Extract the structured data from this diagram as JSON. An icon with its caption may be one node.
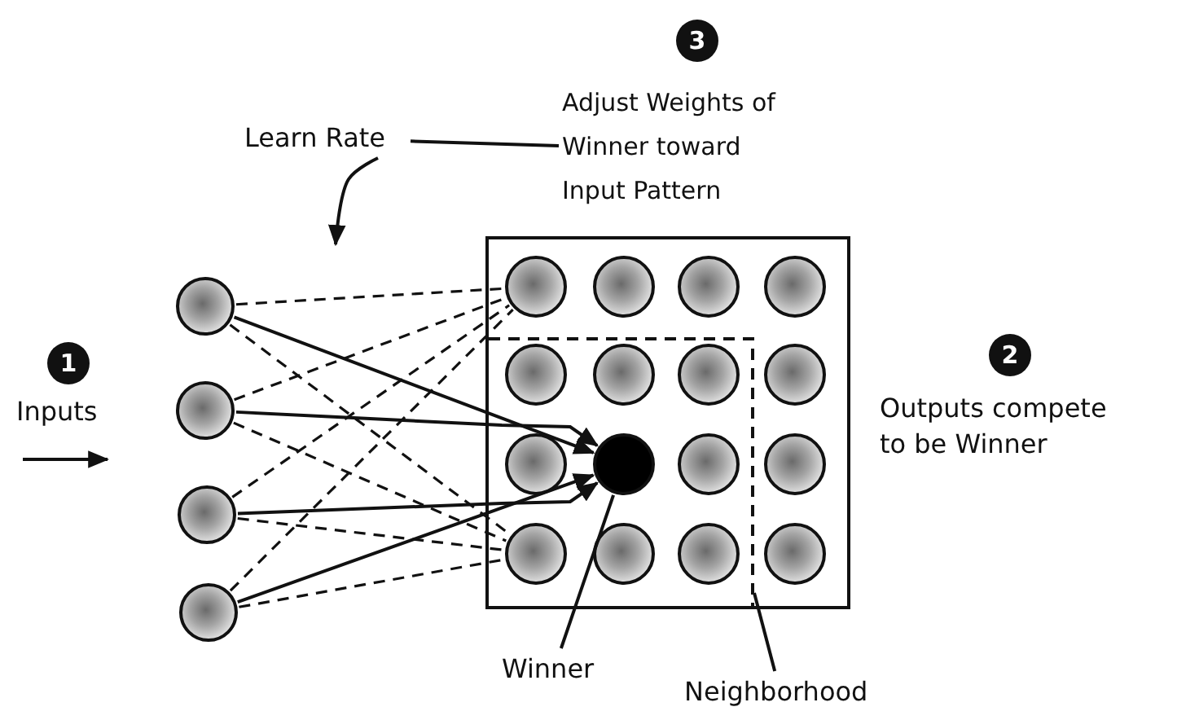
{
  "diagram": {
    "nodes": [
      {
        "text": [
          "1"
        ],
        "beside": [
          "Inputs"
        ]
      },
      {
        "text": [
          "3"
        ]
      },
      {
        "text": [
          "Learn Rate"
        ]
      },
      {
        "text": [
          "Adjust Weights of Winner toward Input Pattern"
        ]
      },
      {
        "text": [
          "2"
        ],
        "beside": [
          "Outputs compete to be Winner"
        ]
      },
      {
        "text": [],
        "shape": "circle"
      },
      {
        "text": [],
        "shape": "circle"
      },
      {
        "text": [],
        "shape": "circle"
      },
      {
        "text": [],
        "shape": "circle"
      },
      {
        "text": [],
        "shape": "box"
      },
      {
        "text": [],
        "shape": "circle",
        "in": 9
      },
      {
        "text": [],
        "shape": "circle",
        "in": 9
      },
      {
        "text": [],
        "shape": "circle",
        "in": 9
      },
      {
        "text": [],
        "shape": "circle",
        "in": 9
      },
      {
        "text": [],
        "shape": "box",
        "in": 9
      },
      {
        "text": [],
        "shape": "circle",
        "in": 14
      },
      {
        "text": [],
        "shape": "circle",
        "in": 14
      },
      {
        "text": [],
        "shape": "circle",
        "in": 14
      },
      {
        "text": [],
        "shape": "circle",
        "in": 9
      },
      {
        "text": [],
        "shape": "circle",
        "in": 14
      },
      {
        "text": [],
        "shape": "dot",
        "in": 14
      },
      {
        "text": [],
        "shape": "circle",
        "in": 14
      },
      {
        "text": [],
        "shape": "circle",
        "in": 9
      },
      {
        "text": [],
        "shape": "circle",
        "in": 14
      },
      {
        "text": [],
        "shape": "circle",
        "in": 14
      },
      {
        "text": [],
        "shape": "circle",
        "in": 14
      },
      {
        "text": [],
        "shape": "circle",
        "in": 9
      },
      {
        "text": [
          "Winner"
        ]
      },
      {
        "text": [
          "Neighborhood"
        ]
      }
    ],
    "edges": [
      {
        "from": 5,
        "to": 10,
        "arrow": "none",
        "style": "dashed"
      },
      {
        "from": 5,
        "to": 23,
        "arrow": "none",
        "style": "dashed"
      },
      {
        "from": 6,
        "to": 10,
        "arrow": "none",
        "style": "dashed"
      },
      {
        "from": 6,
        "to": 23,
        "arrow": "none",
        "style": "dashed"
      },
      {
        "from": 7,
        "to": 10,
        "arrow": "none",
        "style": "dashed"
      },
      {
        "from": 7,
        "to": 23,
        "arrow": "none",
        "style": "dashed"
      },
      {
        "from": 8,
        "to": 10,
        "arrow": "none",
        "style": "dashed"
      },
      {
        "from": 8,
        "to": 23,
        "arrow": "none",
        "style": "dashed"
      },
      {
        "from": 5,
        "to": 20,
        "arrow": "to"
      },
      {
        "from": 6,
        "to": 20,
        "arrow": "to"
      },
      {
        "from": 7,
        "to": 20,
        "arrow": "to"
      },
      {
        "from": 8,
        "to": 20,
        "arrow": "to"
      },
      {
        "from": 2,
        "to": null,
        "arrow": "to"
      },
      {
        "from": 2,
        "to": 3,
        "arrow": "none"
      },
      {
        "from": 27,
        "to": 20,
        "arrow": "none"
      },
      {
        "from": 28,
        "to": 14,
        "arrow": "none"
      }
    ]
  }
}
